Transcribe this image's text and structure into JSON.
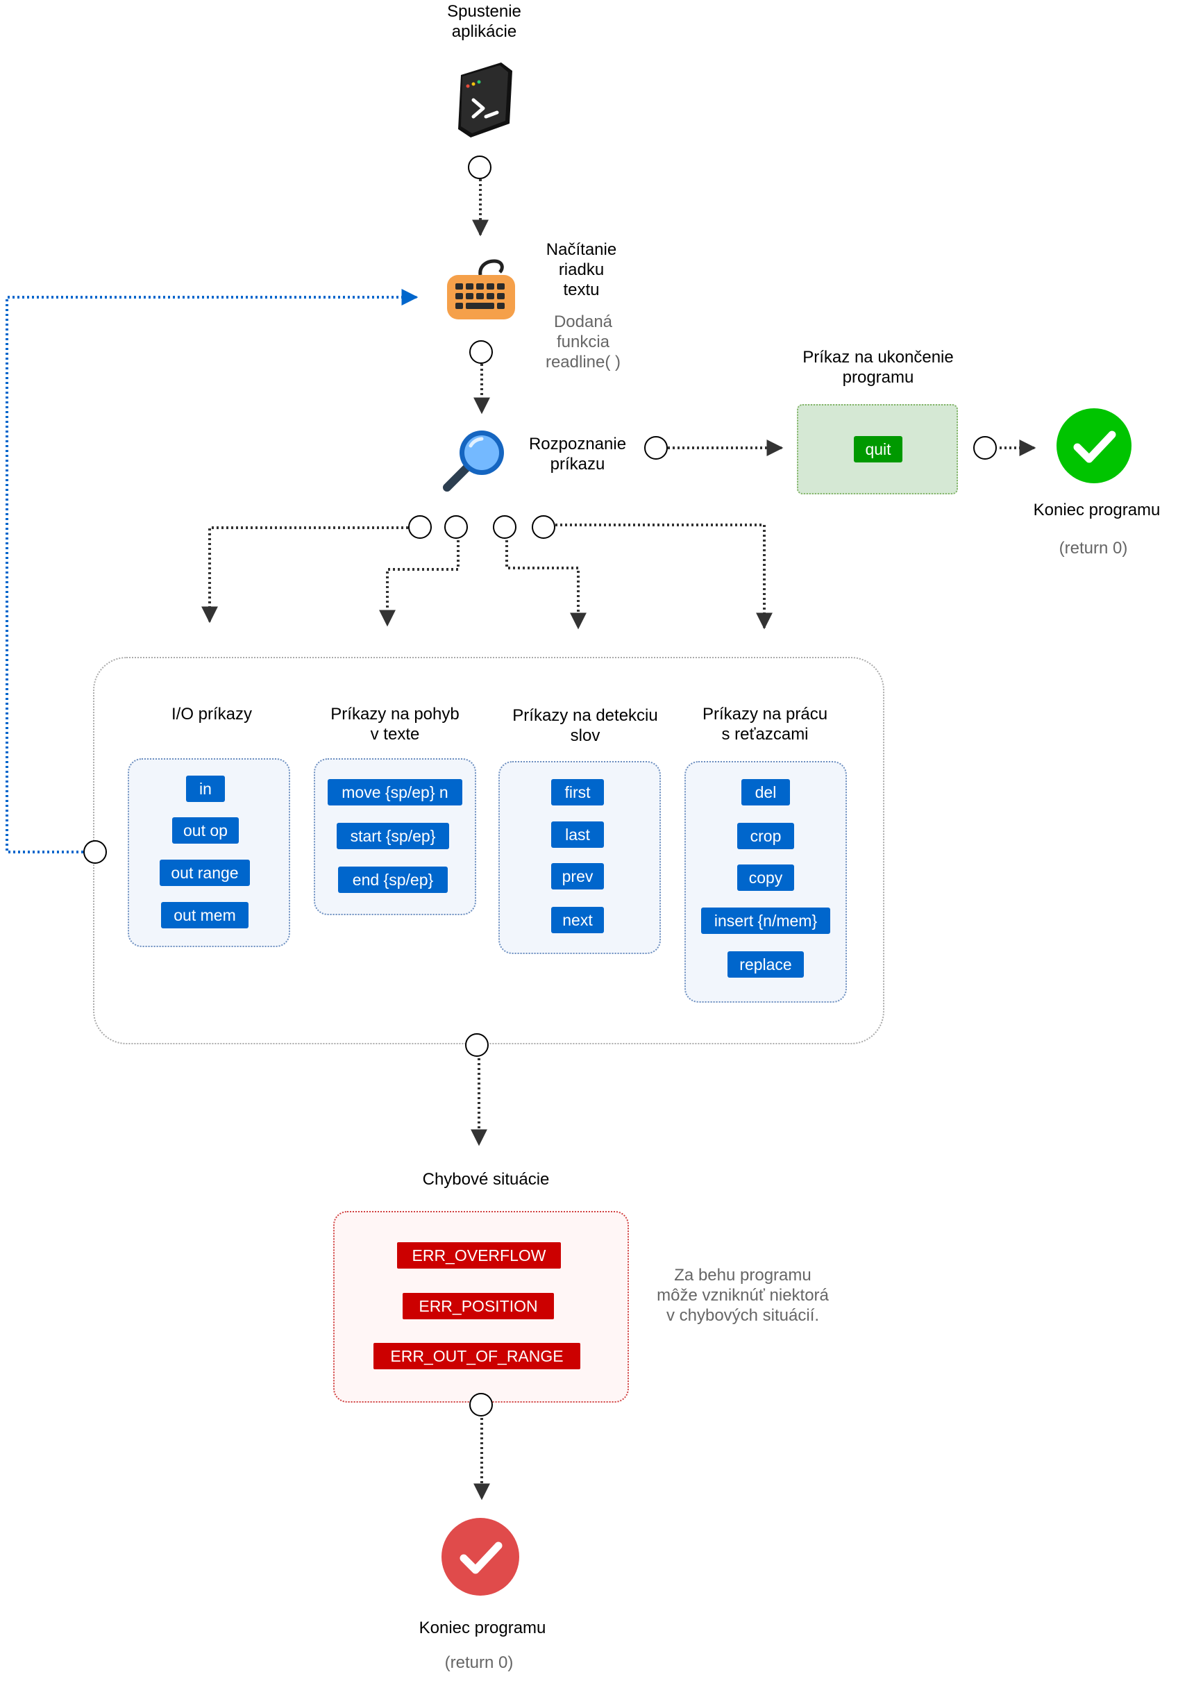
{
  "start": {
    "label": "Spustenie\naplikácie"
  },
  "read": {
    "label": "Načítanie\nriadku\ntextu",
    "note": "Dodaná\nfunkcia\nreadline( )"
  },
  "recognize": {
    "label": "Rozpoznanie\npríkazu"
  },
  "quit_box": {
    "title": "Príkaz na ukončenie\nprogramu",
    "command": "quit"
  },
  "end_ok": {
    "label": "Koniec programu",
    "sub": "(return 0)"
  },
  "groups": {
    "io": {
      "title": "I/O príkazy",
      "items": [
        "in",
        "out op",
        "out range",
        "out mem"
      ]
    },
    "move": {
      "title": "Príkazy na pohyb\nv texte",
      "items": [
        "move {sp/ep} n",
        "start {sp/ep}",
        "end {sp/ep}"
      ]
    },
    "words": {
      "title": "Príkazy na detekciu\nslov",
      "items": [
        "first",
        "last",
        "prev",
        "next"
      ]
    },
    "strings": {
      "title": "Príkazy na prácu\ns reťazcami",
      "items": [
        "del",
        "crop",
        "copy",
        "insert {n/mem}",
        "replace"
      ]
    }
  },
  "errors": {
    "title": "Chybové situácie",
    "items": [
      "ERR_OVERFLOW",
      "ERR_POSITION",
      "ERR_OUT_OF_RANGE"
    ],
    "note": "Za behu programu\nmôže vzniknúť niektorá\nv chybových situácií."
  },
  "end_err": {
    "label": "Koniec programu",
    "sub": "(return 0)"
  },
  "colors": {
    "command": "#0066cc",
    "error": "#cc0000",
    "quit": "#009900",
    "ok_icon": "#00c400",
    "err_icon": "#e04b4b",
    "loop_arrow": "#0066cc"
  },
  "icons": [
    "terminal-icon",
    "keyboard-icon",
    "magnifier-icon",
    "check-ok-icon",
    "check-error-icon"
  ]
}
